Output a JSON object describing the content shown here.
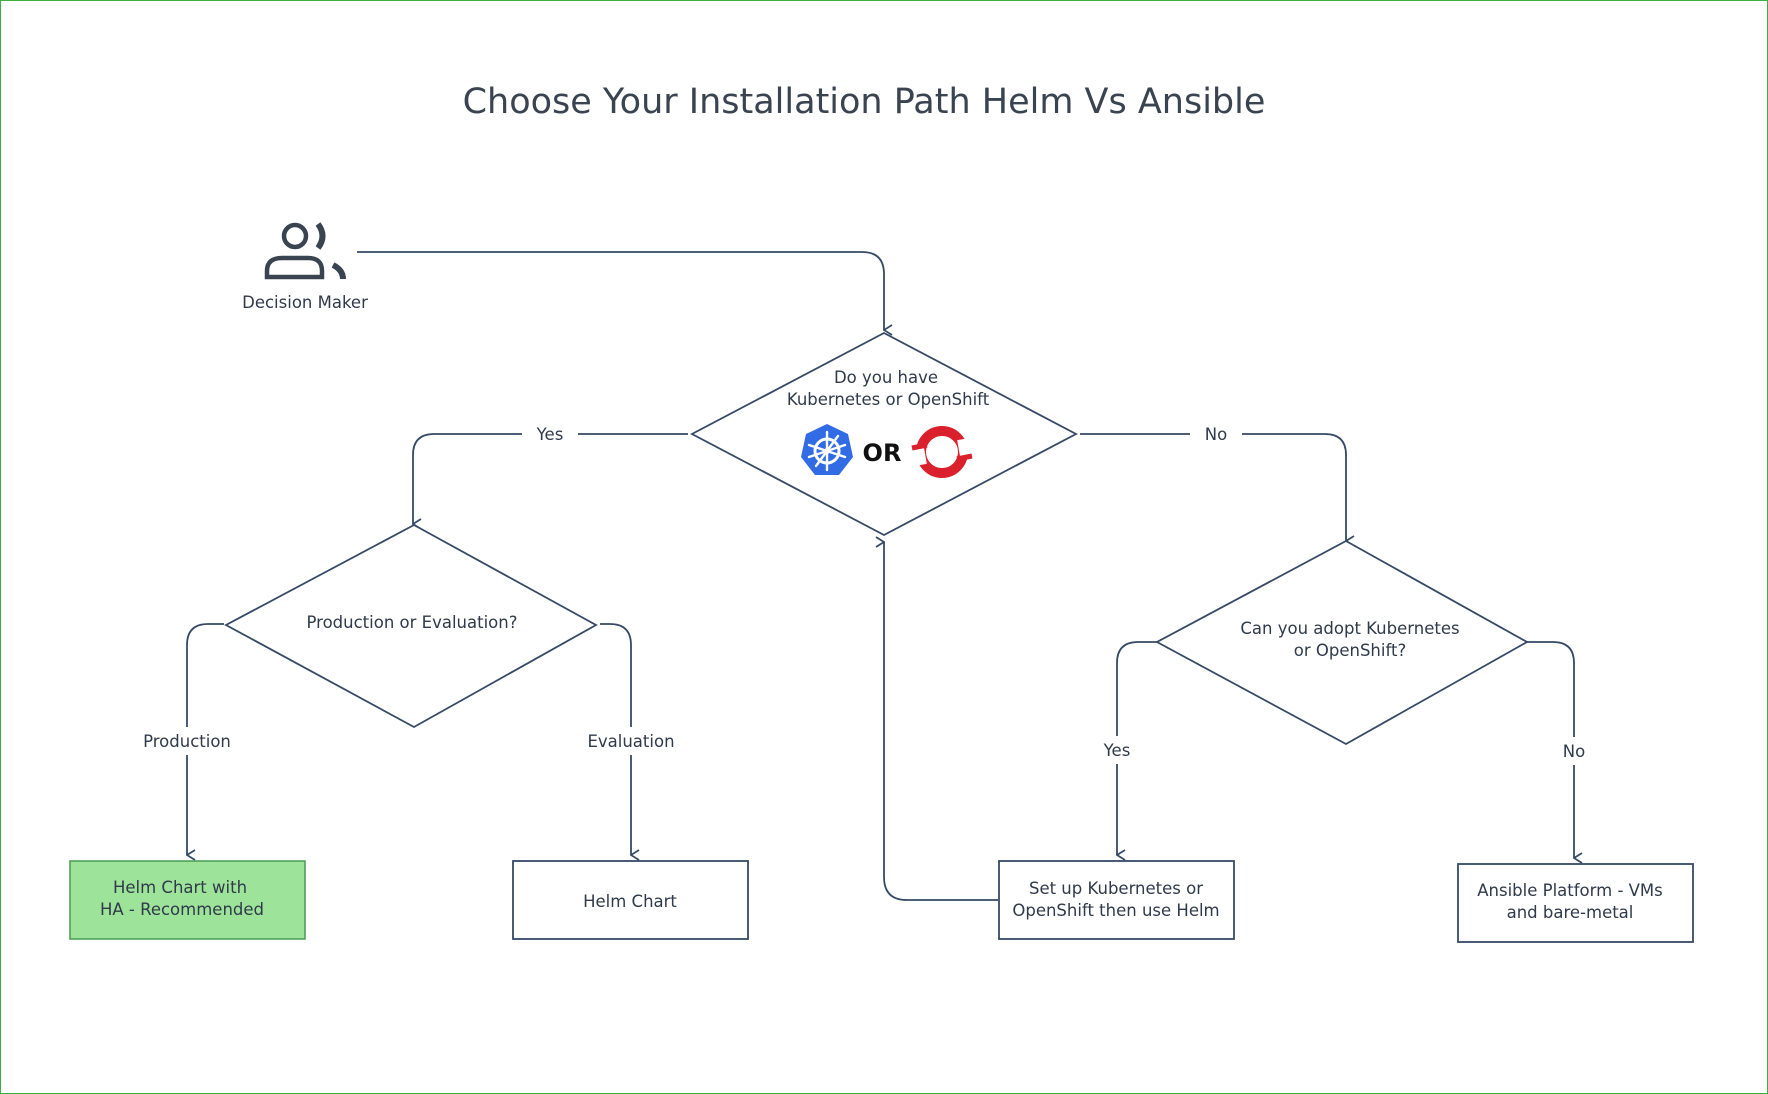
{
  "title": "Choose Your Installation Path Helm Vs Ansible",
  "actor": {
    "label": "Decision Maker",
    "icon": "person-icon"
  },
  "logos": {
    "kubernetes": "kubernetes-logo",
    "openshift": "openshift-logo",
    "or_text": "OR"
  },
  "decisions": {
    "main": [
      "Do you have",
      "Kubernetes or OpenShift"
    ],
    "prod_eval": [
      "Production or Evaluation?"
    ],
    "adopt": [
      "Can you adopt Kubernetes",
      "or OpenShift?"
    ]
  },
  "edges": {
    "main_yes": "Yes",
    "main_no": "No",
    "production": "Production",
    "evaluation": "Evaluation",
    "adopt_yes": "Yes",
    "adopt_no": "No"
  },
  "outcomes": {
    "helm_ha": [
      "Helm Chart with",
      "HA - Recommended"
    ],
    "helm_chart": [
      "Helm Chart"
    ],
    "setup_k8s": [
      "Set up Kubernetes or",
      "OpenShift then use Helm"
    ],
    "ansible": [
      "Ansible Platform - VMs",
      "and bare-metal"
    ]
  },
  "colors": {
    "line": "#364a66",
    "recommended_fill": "#9ee39a",
    "kubernetes_blue": "#326ce5",
    "openshift_red": "#d9202c",
    "border": "#3cb043"
  }
}
